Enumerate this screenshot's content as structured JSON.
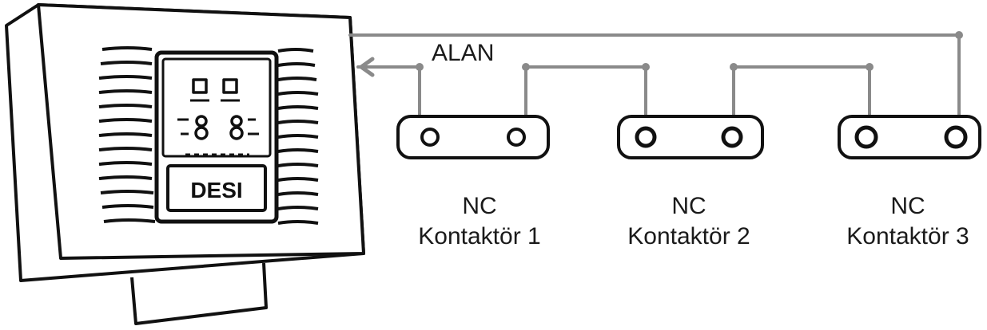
{
  "device": {
    "brand": "DESI",
    "icons": [
      "house-icon",
      "house-icon",
      "speaker-icon",
      "speaker-icon"
    ]
  },
  "wire_label": "ALAN",
  "contactors": [
    {
      "type": "NC",
      "name": "Kontaktör 1"
    },
    {
      "type": "NC",
      "name": "Kontaktör 2"
    },
    {
      "type": "NC",
      "name": "Kontaktör 3"
    }
  ],
  "colors": {
    "outline": "#111111",
    "wire": "#8a8a8a"
  }
}
